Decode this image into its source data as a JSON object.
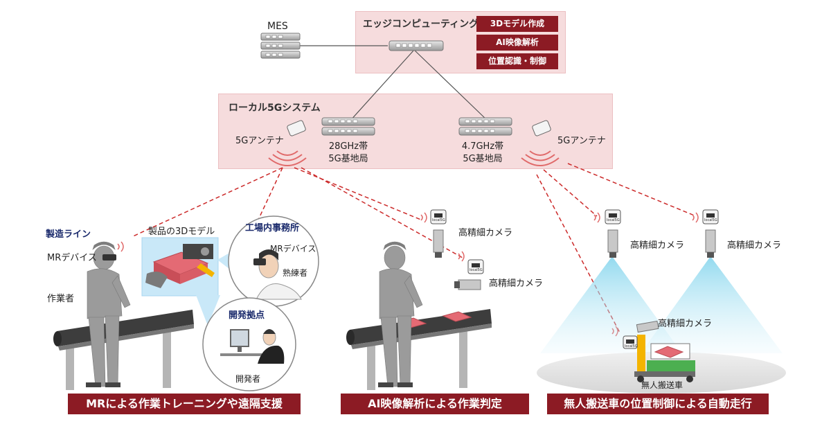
{
  "edge": {
    "title": "エッジコンピューティング",
    "features": [
      "3Dモデル作成",
      "AI映像解析",
      "位置認識・制御"
    ]
  },
  "mes": {
    "label": "MES"
  },
  "local5g": {
    "title": "ローカル5Gシステム",
    "antenna_left": "5Gアンテナ",
    "antenna_right": "5Gアンテナ",
    "station_left": [
      "28GHz帯",
      "5G基地局"
    ],
    "station_right": [
      "4.7GHz帯",
      "5G基地局"
    ]
  },
  "scene1": {
    "section": "製造ライン",
    "mr_device": "MRデバイス",
    "worker": "作業者",
    "model_3d": "製品の3Dモデル",
    "office": "工場内事務所",
    "office_mr": "MRデバイス",
    "expert": "熟練者",
    "dev_site": "開発拠点",
    "developer": "開発者",
    "banner": "MRによる作業トレーニングや遠隔支援"
  },
  "scene2": {
    "camera1": "高精細カメラ",
    "camera2": "高精細カメラ",
    "banner": "AI映像解析による作業判定"
  },
  "scene3": {
    "camera1": "高精細カメラ",
    "camera2": "高精細カメラ",
    "camera3": "高精細カメラ",
    "agv": "無人搬送車",
    "banner": "無人搬送車の位置制御による自動走行"
  },
  "camera_badge": "local5G",
  "colors": {
    "accent": "#8c1b24",
    "pink": "#f6dcdd",
    "link": "#cc2a2a",
    "navy": "#1a2a6c"
  }
}
